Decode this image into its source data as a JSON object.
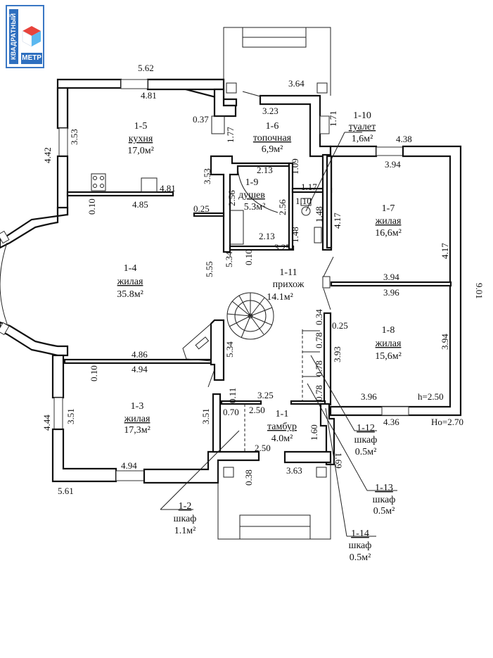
{
  "logo": {
    "brand_vertical": "КВАДРАТНЫЙ",
    "brand_box": "МЕТР",
    "colors": {
      "blue": "#2e6fbf",
      "red": "#e8443c",
      "light_blue": "#5bb8f0"
    }
  },
  "rooms": [
    {
      "id": "1-1",
      "name": "тамбур",
      "area": "4.0м²"
    },
    {
      "id": "1-2",
      "name": "шкаф",
      "area": "1.1м²"
    },
    {
      "id": "1-3",
      "name": "жилая",
      "area": "17,3м²"
    },
    {
      "id": "1-4",
      "name": "жилая",
      "area": "35.8м²"
    },
    {
      "id": "1-5",
      "name": "кухня",
      "area": "17,0м²"
    },
    {
      "id": "1-6",
      "name": "топочная",
      "area": "6,9м²"
    },
    {
      "id": "1-7",
      "name": "жилая",
      "area": "16,6м²"
    },
    {
      "id": "1-8",
      "name": "жилая",
      "area": "15,6м²"
    },
    {
      "id": "1-9",
      "name": "душев",
      "area": "5.3м²"
    },
    {
      "id": "1-10",
      "name": "туалет",
      "area": "1,6м²"
    },
    {
      "id": "1-11",
      "name": "прихож",
      "area": "14.1м²"
    },
    {
      "id": "1-12",
      "name": "шкаф",
      "area": "0.5м²"
    },
    {
      "id": "1-13",
      "name": "шкаф",
      "area": "0.5м²"
    },
    {
      "id": "1-14",
      "name": "шкаф",
      "area": "0.5м²"
    }
  ],
  "dimensions": {
    "kitchen_outer_top": "5.62",
    "kitchen_inner_top": "4.81",
    "kitchen_left_outer": "4.42",
    "kitchen_left_inner": "3.53",
    "kitchen_right_small": "0.37",
    "kitchen_counter": "4.81",
    "kitchen_bottom": "4.85",
    "kitchen_wall_thk": "0.10",
    "boiler_vert": "1.77",
    "boiler_top": "3.23",
    "porch_top": "3.64",
    "boiler_right": "1.71",
    "shower_left_outer": "3.53",
    "shower_top": "2.13",
    "shower_left": "2.56",
    "shower_right": "2.56",
    "shower_bottom": "2.13",
    "shower_side": "1.09",
    "toilet_top": "1.17",
    "toilet_mid": "1.10",
    "toilet_side": "1.48",
    "toilet_side2": "1.48",
    "hall_diag": "3.25",
    "partition_thk": "0.25",
    "living_right": "5.55",
    "living_wall_5_34": "5.34",
    "living_small_thk": "0.10",
    "room7_top_outer": "4.38",
    "room7_top_inner": "3.94",
    "room7_left": "4.17",
    "room7_right": "4.17",
    "room7_bottom": "3.94",
    "outer_right": "9.01",
    "room8_top": "3.96",
    "room8_left": "3.93",
    "room8_right": "3.94",
    "room8_bottom": "3.96",
    "room8_thk": "0.25",
    "ceiling_h": "h=2.50",
    "outer_h": "Ho=2.70",
    "room8_outer_bottom": "4.36",
    "closet_a": "0.34",
    "closet_b": "0.78",
    "closet_c": "0.78",
    "closet_d": "0.78",
    "living_bottom_top": "4.86",
    "room3_top": "4.94",
    "room3_thk": "0.10",
    "stair_wall": "5.34",
    "room3_left_outer": "4.44",
    "room3_left": "3.51",
    "room3_right": "3.51",
    "room3_bottom": "4.94",
    "room3_outer_bottom": "5.61",
    "vest_small": "0.11",
    "vest_top": "3.25",
    "vest_closet": "0.70",
    "vest_inner_top": "2.50",
    "vest_bottom": "2.50",
    "vest_right": "1.60",
    "vest_right2": "1.69",
    "porch_wall": "0.38",
    "porch_right": "3.63"
  }
}
